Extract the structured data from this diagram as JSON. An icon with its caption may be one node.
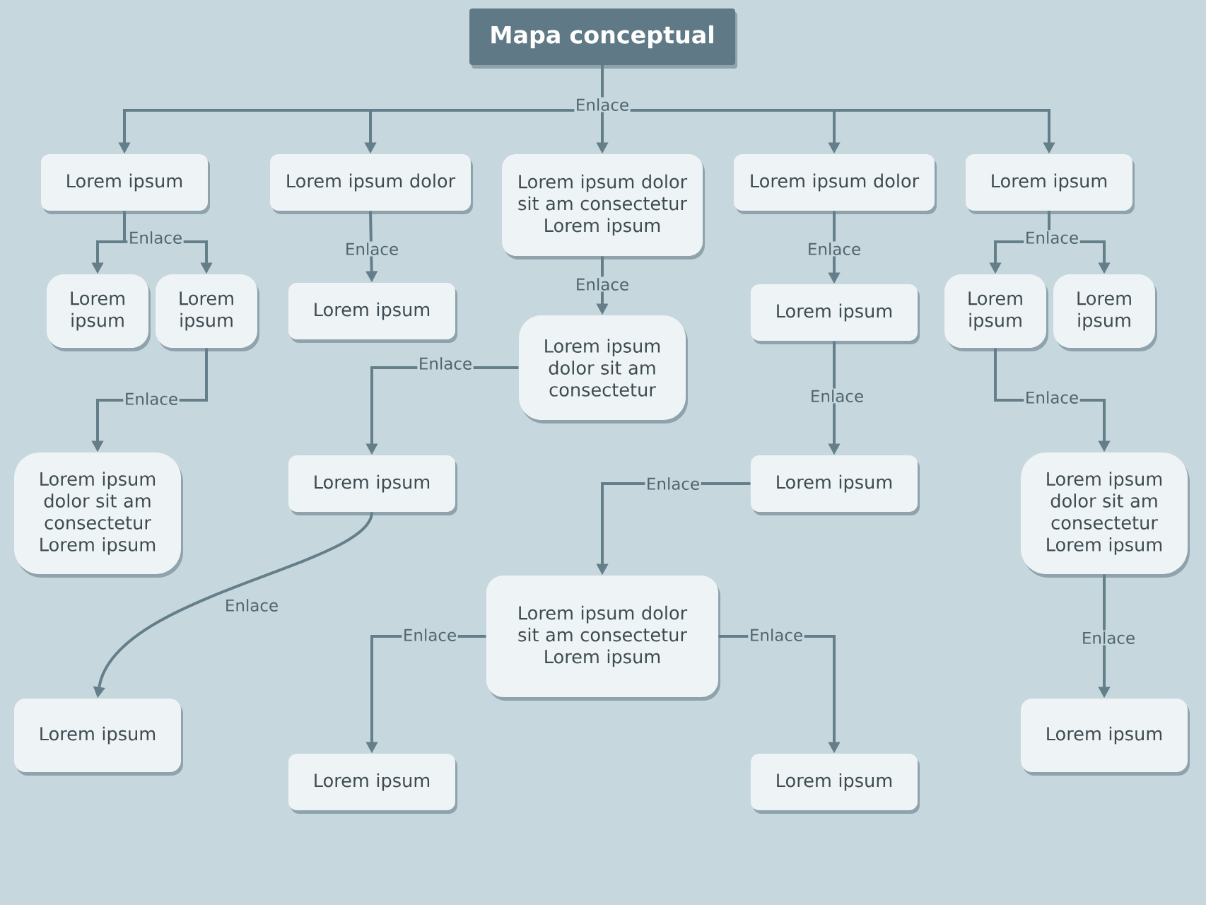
{
  "diagram": {
    "nodes": [
      {
        "text": [
          "Mapa conceptual"
        ]
      },
      {
        "text": [
          "Lorem ipsum"
        ]
      },
      {
        "text": [
          "Lorem ipsum dolor"
        ]
      },
      {
        "text": [
          "Lorem ipsum dolor sit am consectetur Lorem ipsum"
        ]
      },
      {
        "text": [
          "Lorem ipsum dolor"
        ]
      },
      {
        "text": [
          "Lorem ipsum"
        ]
      },
      {
        "text": [
          "Lorem ipsum"
        ]
      },
      {
        "text": [
          "Lorem ipsum"
        ]
      },
      {
        "text": [
          "Lorem ipsum"
        ]
      },
      {
        "text": [
          "Lorem ipsum dolor sit am consectetur"
        ]
      },
      {
        "text": [
          "Lorem ipsum"
        ]
      },
      {
        "text": [
          "Lorem ipsum"
        ]
      },
      {
        "text": [
          "Lorem ipsum"
        ]
      },
      {
        "text": [
          "Lorem ipsum dolor sit am consectetur Lorem ipsum"
        ]
      },
      {
        "text": [
          "Lorem ipsum"
        ]
      },
      {
        "text": [
          "Lorem ipsum"
        ]
      },
      {
        "text": [
          "Lorem ipsum dolor sit am consectetur Lorem ipsum"
        ]
      },
      {
        "text": [
          "Lorem ipsum dolor sit am consectetur Lorem ipsum"
        ]
      },
      {
        "text": [
          "Lorem ipsum"
        ]
      },
      {
        "text": [
          "Lorem ipsum"
        ]
      },
      {
        "text": [
          "Lorem ipsum"
        ]
      },
      {
        "text": [
          "Lorem ipsum"
        ]
      }
    ],
    "edges": [
      {
        "from": 0,
        "to": 1,
        "arrow": "to"
      },
      {
        "from": 0,
        "to": 2,
        "arrow": "to"
      },
      {
        "from": 0,
        "to": 3,
        "arrow": "to",
        "label": "Enlace"
      },
      {
        "from": 0,
        "to": 4,
        "arrow": "to"
      },
      {
        "from": 0,
        "to": 5,
        "arrow": "to"
      },
      {
        "from": 1,
        "to": 6,
        "arrow": "to",
        "label": "Enlace"
      },
      {
        "from": 1,
        "to": 7,
        "arrow": "to"
      },
      {
        "from": 2,
        "to": 8,
        "arrow": "to",
        "label": "Enlace"
      },
      {
        "from": 3,
        "to": 9,
        "arrow": "to",
        "label": "Enlace"
      },
      {
        "from": 4,
        "to": 10,
        "arrow": "to",
        "label": "Enlace"
      },
      {
        "from": 5,
        "to": 11,
        "arrow": "to",
        "label": "Enlace"
      },
      {
        "from": 5,
        "to": 12,
        "arrow": "to"
      },
      {
        "from": 7,
        "to": 13,
        "arrow": "to",
        "label": "Enlace"
      },
      {
        "from": 9,
        "to": 14,
        "arrow": "to",
        "label": "Enlace"
      },
      {
        "from": 10,
        "to": 15,
        "arrow": "to",
        "label": "Enlace"
      },
      {
        "from": 11,
        "to": 16,
        "arrow": "to",
        "label": "Enlace"
      },
      {
        "from": 14,
        "to": 18,
        "arrow": "to",
        "label": "Enlace"
      },
      {
        "from": 15,
        "to": 17,
        "arrow": "to",
        "label": "Enlace"
      },
      {
        "from": 17,
        "to": 19,
        "arrow": "to",
        "label": "Enlace"
      },
      {
        "from": 17,
        "to": 20,
        "arrow": "to",
        "label": "Enlace"
      },
      {
        "from": 16,
        "to": 21,
        "arrow": "to",
        "label": "Enlace"
      }
    ]
  }
}
